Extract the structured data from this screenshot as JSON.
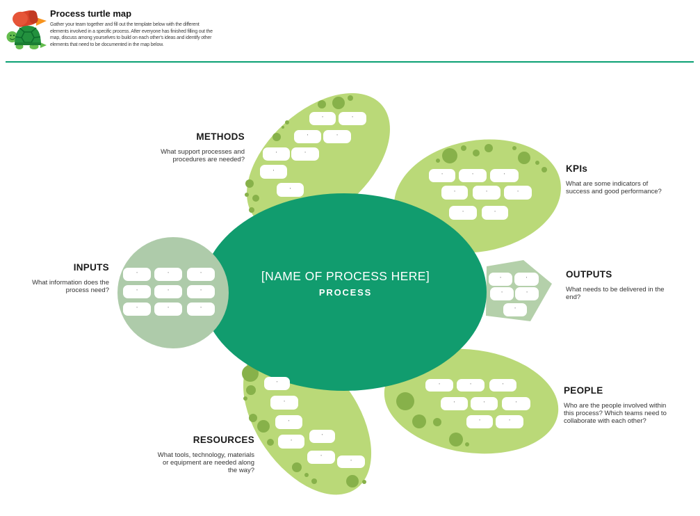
{
  "header": {
    "title": "Process turtle map",
    "description": "Gather your team together and fill out the template below with the different\nelements involved in a specific process. After everyone has finished filling out the\nmap, discuss among yourselves to build on each other's ideas and identify other\nelements that need to be documented in the map below."
  },
  "icons": {
    "logo": "turtle-rocket-logo"
  },
  "center": {
    "name_placeholder": "[NAME OF PROCESS HERE]",
    "label": "PROCESS"
  },
  "sections": {
    "methods": {
      "label": "METHODS",
      "description": "What support processes and\nprocedures are needed?",
      "notes": 8
    },
    "kpis": {
      "label": "KPIs",
      "description": "What are some indicators of\nsuccess and good performance?",
      "notes": 8
    },
    "inputs": {
      "label": "INPUTS",
      "description": "What information does the\nprocess need?",
      "notes": 9
    },
    "outputs": {
      "label": "OUTPUTS",
      "description": "What needs to be delivered in the\nend?",
      "notes": 5
    },
    "resources": {
      "label": "RESOURCES",
      "description": "What tools, technology, materials\nor equipment are needed along\nthe way?",
      "notes": 7
    },
    "people": {
      "label": "PEOPLE",
      "description": "Who are the people involved within\nthis process? Which teams need to\ncollaborate with each other?",
      "notes": 8
    }
  },
  "note_mark": "'",
  "colors": {
    "body_green": "#119c6e",
    "flipper_green": "#bad978",
    "spot_green": "#87b14a",
    "head_sage": "#aecbaa",
    "tail_sage": "#b4d0aa",
    "divider_green": "#0aa073",
    "note_white": "#ffffff"
  }
}
